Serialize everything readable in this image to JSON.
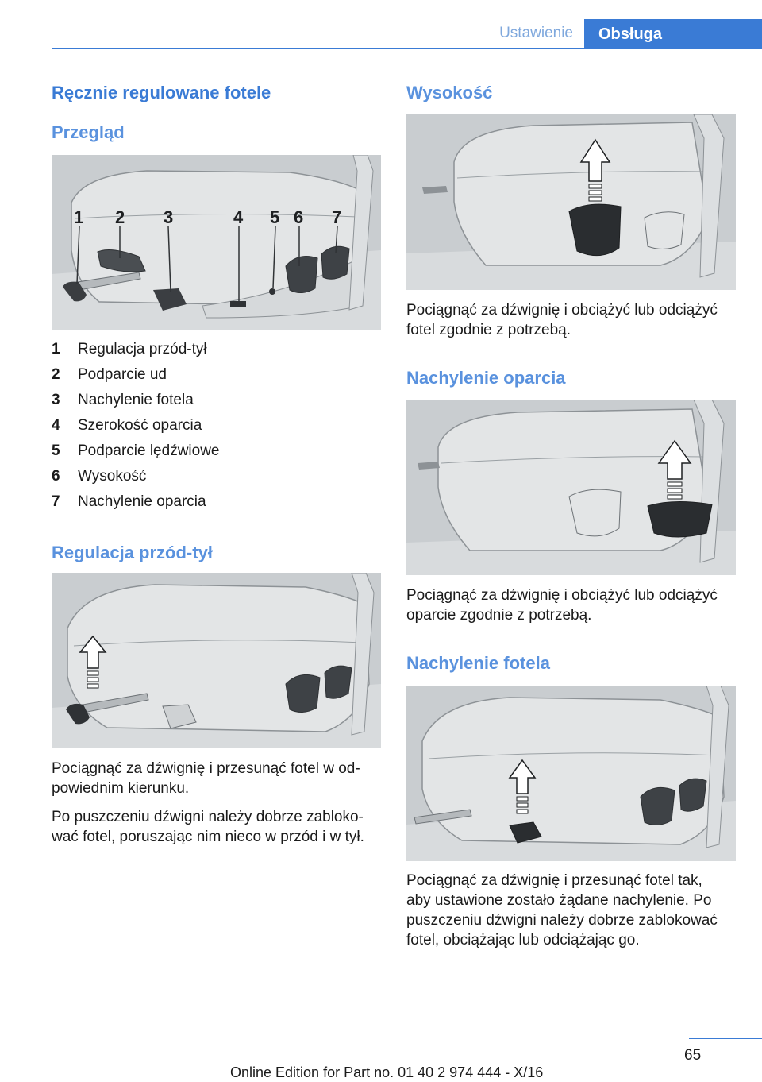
{
  "header": {
    "tab_inactive": "Ustawienie",
    "tab_active": "Obsługa",
    "accent_color": "#3a7bd5"
  },
  "left": {
    "title": "Ręcznie regulowane fotele",
    "overview_heading": "Przegląd",
    "figure_callouts": [
      "1",
      "2",
      "3",
      "4",
      "5",
      "6",
      "7"
    ],
    "legend": [
      {
        "num": "1",
        "label": "Regulacja przód-tył"
      },
      {
        "num": "2",
        "label": "Podparcie ud"
      },
      {
        "num": "3",
        "label": "Nachylenie fotela"
      },
      {
        "num": "4",
        "label": "Szerokość oparcia"
      },
      {
        "num": "5",
        "label": "Podparcie lędźwiowe"
      },
      {
        "num": "6",
        "label": "Wysokość"
      },
      {
        "num": "7",
        "label": "Nachylenie oparcia"
      }
    ],
    "fore_aft_heading": "Regulacja przód-tył",
    "fore_aft_p1": "Pociągnąć za dźwignię i przesunąć fotel w od-\npowiednim kierunku.",
    "fore_aft_p2": "Po puszczeniu dźwigni należy dobrze zabloko-\nwać fotel, poruszając nim nieco w przód i w tył."
  },
  "right": {
    "height_heading": "Wysokość",
    "height_text": "Pociągnąć za dźwignię i obciążyć lub odciążyć\nfotel zgodnie z potrzebą.",
    "backrest_heading": "Nachylenie oparcia",
    "backrest_text": "Pociągnąć za dźwignię i obciążyć lub odciążyć\noparcie zgodnie z potrzebą.",
    "tilt_heading": "Nachylenie fotela",
    "tilt_text": "Pociągnąć za dźwignię i przesunąć fotel tak,\naby ustawione zostało żądane nachylenie. Po\npuszczeniu dźwigni należy dobrze zablokować\nfotel, obciążając lub odciążając go."
  },
  "footer": {
    "page_number": "65",
    "edition": "Online Edition for Part no. 01 40 2 974 444 - X/16"
  }
}
